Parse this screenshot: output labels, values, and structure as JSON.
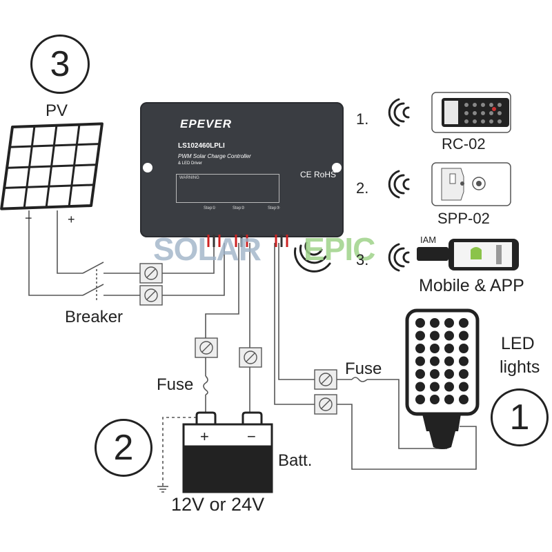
{
  "labels": {
    "circle_one": "1",
    "circle_two": "2",
    "circle_three": "3",
    "pv": "PV",
    "pv_minus": "−",
    "pv_plus": "+",
    "breaker": "Breaker",
    "fuse_battery": "Fuse",
    "fuse_led": "Fuse",
    "batt": "Batt.",
    "batt_plus": "+",
    "batt_minus": "−",
    "battery_voltage": "12V or 24V",
    "led_lights_line1": "LED",
    "led_lights_line2": "lights",
    "remote_items": [
      {
        "number": "1.",
        "name": "RC-02"
      },
      {
        "number": "2.",
        "name": "SPP-02"
      },
      {
        "number": "3.",
        "name": "Mobile & APP"
      }
    ],
    "iam": "IAM"
  },
  "controller": {
    "brand": "EPEVER",
    "model": "LS102460LPLI",
    "type": "PWM Solar Charge Controller",
    "driver": "& LED Driver",
    "warning": "WARNING",
    "cert": "CE RoHS",
    "step_labels": [
      "Step①",
      "Step②",
      "Step③"
    ]
  },
  "watermark": {
    "part1": "SOLAR",
    "part2": "EPIC"
  },
  "colors": {
    "line": "#555555",
    "controller": "#3a3d42",
    "watermark_blue": "#9fb3c8",
    "watermark_green": "#9fd38a"
  }
}
